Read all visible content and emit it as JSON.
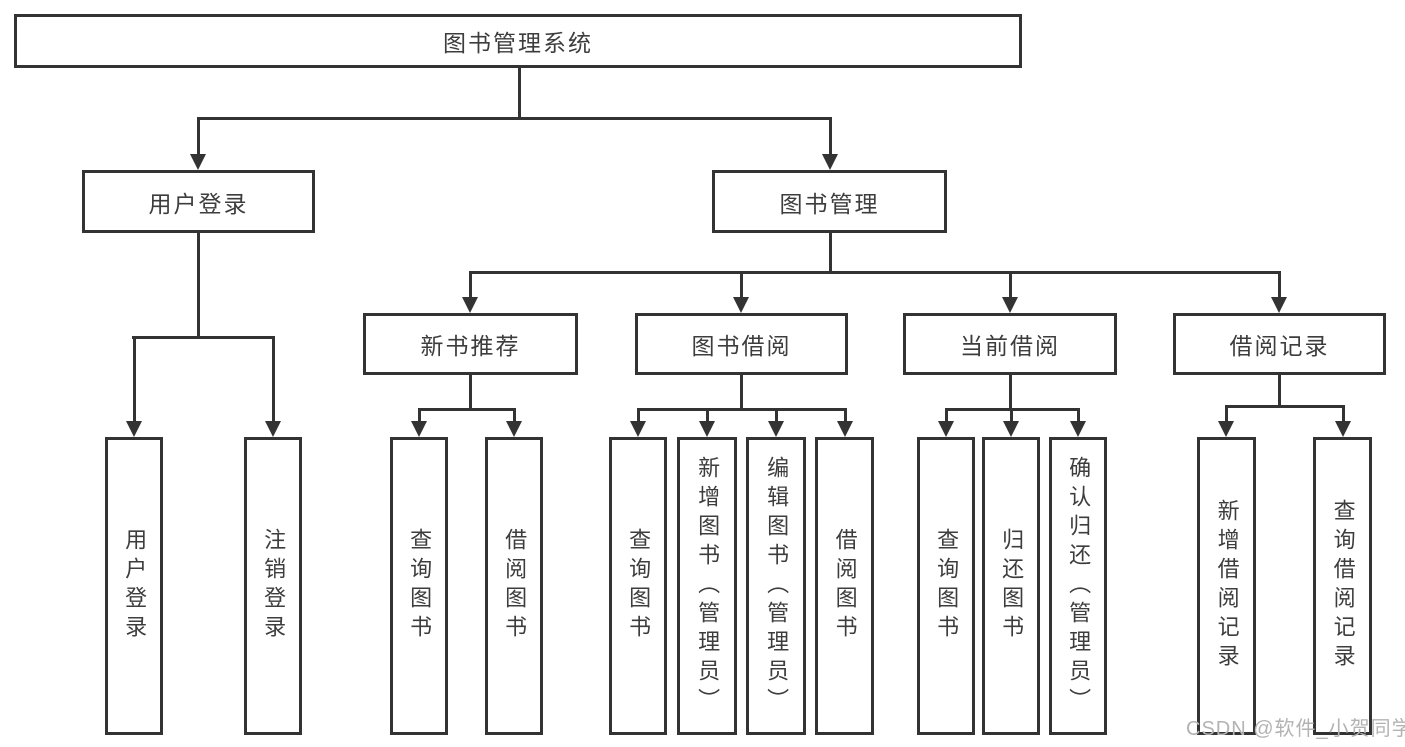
{
  "colors": {
    "line": "#333333",
    "ink": "#3d3d3d",
    "wm": "#b3b3b3",
    "bg": "#ffffff"
  },
  "diagram": {
    "root": {
      "label": "图书管理系统"
    },
    "level2": [
      {
        "label": "用户登录"
      },
      {
        "label": "图书管理"
      }
    ],
    "level3": [
      {
        "label": "新书推荐"
      },
      {
        "label": "图书借阅"
      },
      {
        "label": "当前借阅"
      },
      {
        "label": "借阅记录"
      }
    ],
    "leaves": {
      "user_login": [
        {
          "label": "用户登录"
        },
        {
          "label": "注销登录"
        }
      ],
      "new_books": [
        {
          "label": "查询图书"
        },
        {
          "label": "借阅图书"
        }
      ],
      "borrowing": [
        {
          "label": "查询图书"
        },
        {
          "label": "新增图书（管理员）"
        },
        {
          "label": "编辑图书（管理员）"
        },
        {
          "label": "借阅图书"
        }
      ],
      "current": [
        {
          "label": "查询图书"
        },
        {
          "label": "归还图书"
        },
        {
          "label": "确认归还（管理员）"
        }
      ],
      "records": [
        {
          "label": "新增借阅记录"
        },
        {
          "label": "查询借阅记录"
        }
      ]
    }
  },
  "watermark": {
    "text": "CSDN @软件_小贺同学"
  }
}
